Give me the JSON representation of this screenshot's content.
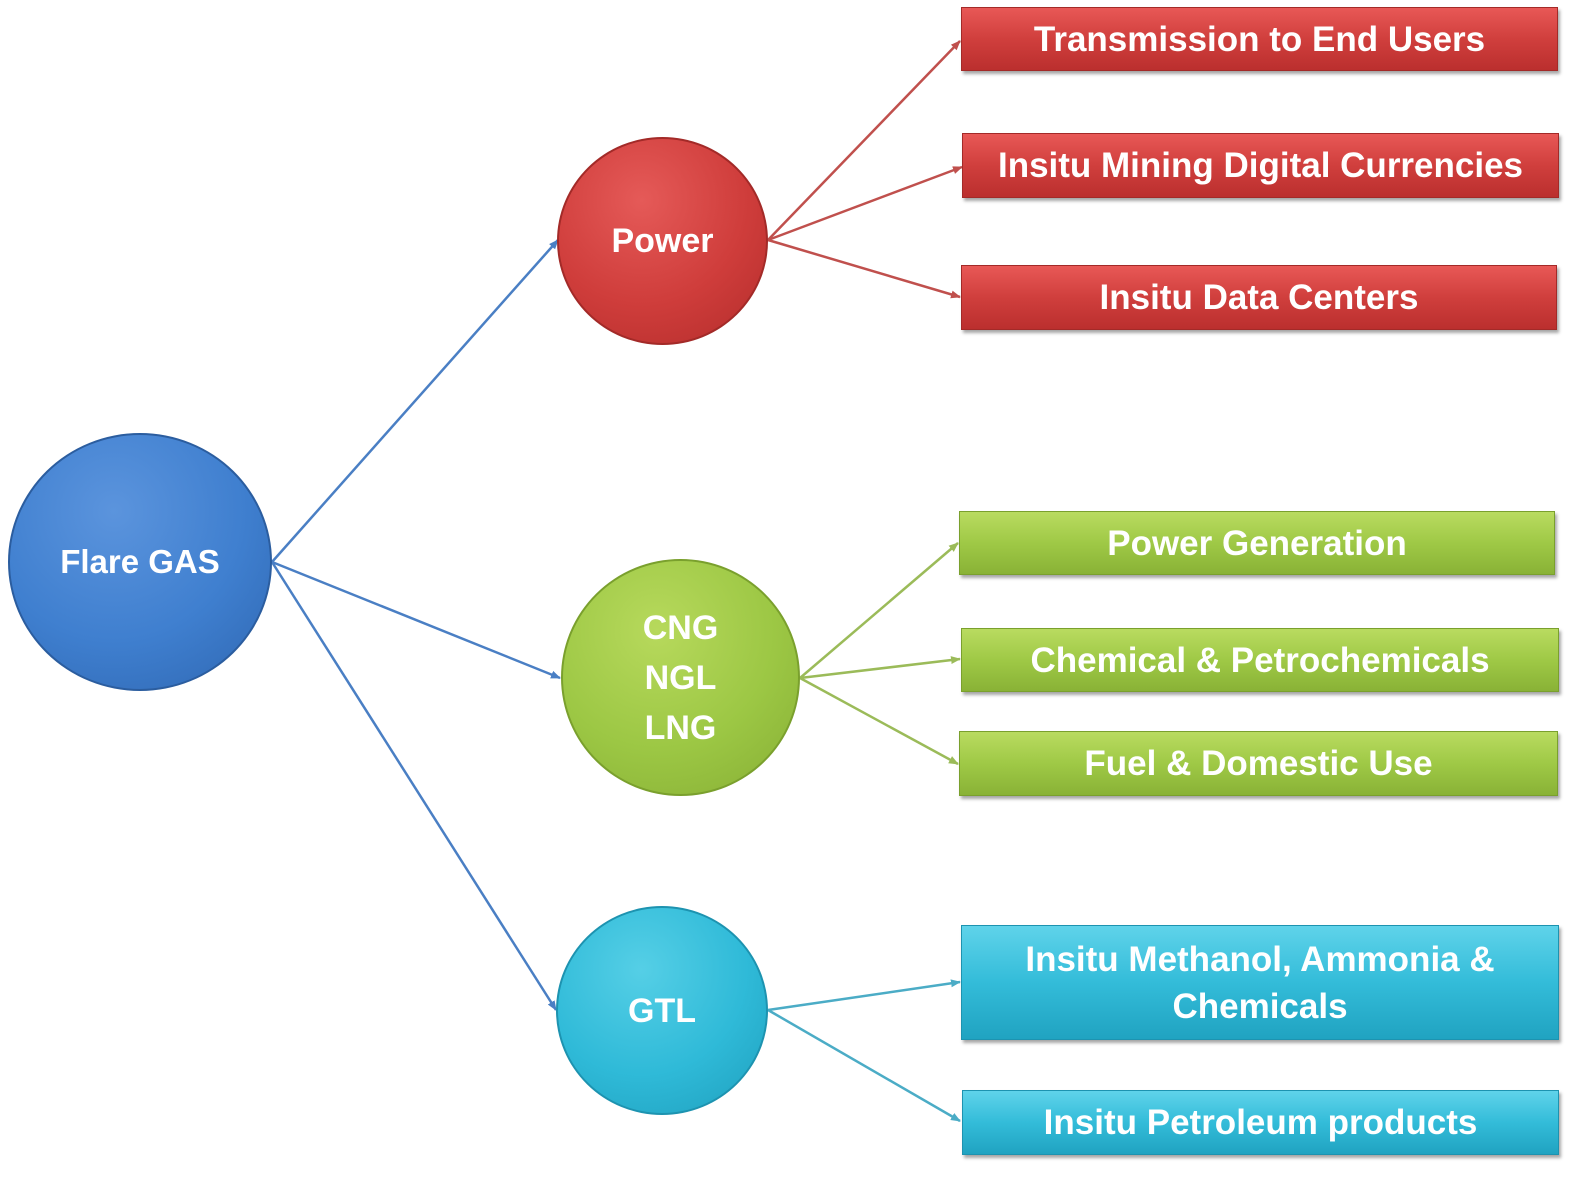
{
  "colors": {
    "root": "#3f7fcf",
    "power": "#cf3d3b",
    "cng": "#9cc744",
    "gtl": "#2fbad8"
  },
  "root": {
    "label": "Flare GAS"
  },
  "branches": [
    {
      "id": "power",
      "label_lines": [
        "Power"
      ],
      "leaves": [
        "Transmission to End Users",
        "Insitu Mining Digital Currencies",
        "Insitu Data Centers"
      ]
    },
    {
      "id": "cng",
      "label_lines": [
        "CNG",
        "NGL",
        "LNG"
      ],
      "leaves": [
        "Power Generation",
        "Chemical & Petrochemicals",
        "Fuel & Domestic Use"
      ]
    },
    {
      "id": "gtl",
      "label_lines": [
        "GTL"
      ],
      "leaves": [
        "Insitu Methanol, Ammonia & Chemicals",
        "Insitu Petroleum products"
      ]
    }
  ]
}
